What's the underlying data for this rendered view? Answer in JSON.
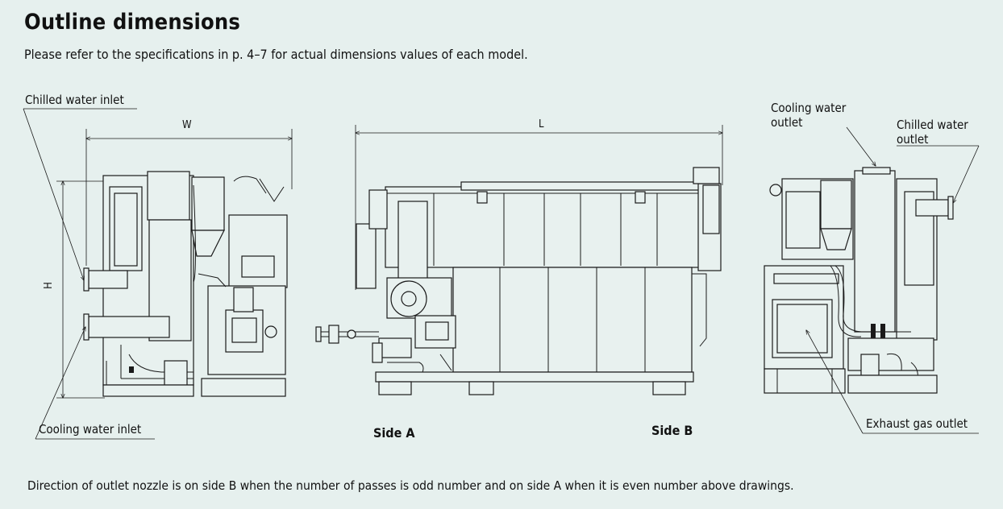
{
  "title": "Outline dimensions",
  "subtitle": "Please refer to the specifications in p. 4–7 for actual dimensions values of each model.",
  "note": "Direction of outlet nozzle is on side B when the number of passes is odd number and on side A when it is even number above drawings.",
  "labels": {
    "chilled_water_inlet": "Chilled water inlet",
    "cooling_water_inlet": "Cooling water inlet",
    "cooling_water_outlet_1": "Cooling water",
    "cooling_water_outlet_2": "outlet",
    "chilled_water_outlet_1": "Chilled water",
    "chilled_water_outlet_2": "outlet",
    "exhaust_gas_outlet": "Exhaust gas outlet",
    "side_a": "Side A",
    "side_b": "Side B"
  },
  "dimensions": {
    "width": "W",
    "height": "H",
    "length": "L"
  }
}
